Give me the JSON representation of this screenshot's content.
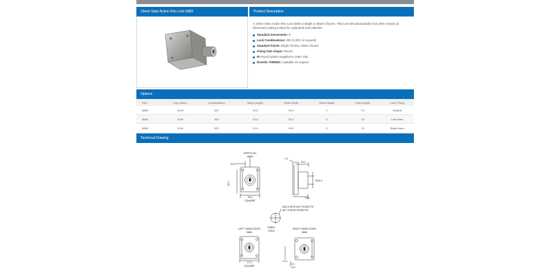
{
  "product_panel": {
    "title": "19mm Slam Action Rim Lock 5883"
  },
  "description": {
    "title": "Product Description",
    "intro": "A 19mm Slam Action Rim Lock 5883 in Bright or Black Chrome. This lock will automatically lock when closed (or slammed) making it ideal for cupboards and cabinets.",
    "bullets": [
      {
        "label": "Standard movements:",
        "value": "8"
      },
      {
        "label": "Lock Combinations:",
        "value": "200 (1,000 on request)"
      },
      {
        "label": "Standard Finish:",
        "value": "Bright chrome, black chrome"
      },
      {
        "label": "Fixing hole shape:",
        "value": "Round"
      },
      {
        "label": "M",
        "value": "Keyed system supplied to order only"
      },
      {
        "label": "Rosette 7008003:",
        "value": "Available on request"
      }
    ]
  },
  "options": {
    "title": "Options",
    "columns": [
      "SKU",
      "Key Series",
      "Combinations",
      "Body Length",
      "Head Width",
      "Head Height",
      "Head Depth",
      "Lock Fixing"
    ],
    "rows": [
      [
        "5883",
        "18 M",
        "200",
        "10.6",
        "16.2",
        "0",
        "19",
        "Vertical"
      ],
      [
        "5884",
        "18 M",
        "200",
        "10.6",
        "16.2",
        "0",
        "19",
        "Left Hand"
      ],
      [
        "5885",
        "18 M",
        "200",
        "10.6",
        "16.2",
        "0",
        "19",
        "Right Hand"
      ]
    ]
  },
  "drawing": {
    "title": "Technical Drawing",
    "vertical_label_1": "VERTICAL",
    "vertical_label_2": "5883",
    "dim_10_0": "10.0",
    "dim_35_3": "35.3",
    "dim_30_0": "30.0",
    "square_1": "SQUARE",
    "dim_2_1": "2.1",
    "dim_19_0": "19.0",
    "dim_dia_15_3": "Ø15.3",
    "dim_10_6": "10.6",
    "hole_note_1": "Ø16.5 WITHOUT ROSETTE",
    "hole_note_2": "Ø17.5 WITH ROSETTE",
    "panel_1": "PANEL",
    "panel_2": "HOLE",
    "lhd_1": "LEFT HAND DOOR",
    "lhd_2": "5884",
    "rhd_1": "RIGHT HAND DOOR",
    "rhd_2": "5885",
    "dim_27_0": "27.0",
    "square_2": "SQUARE",
    "dim_6_0": "6.0"
  }
}
